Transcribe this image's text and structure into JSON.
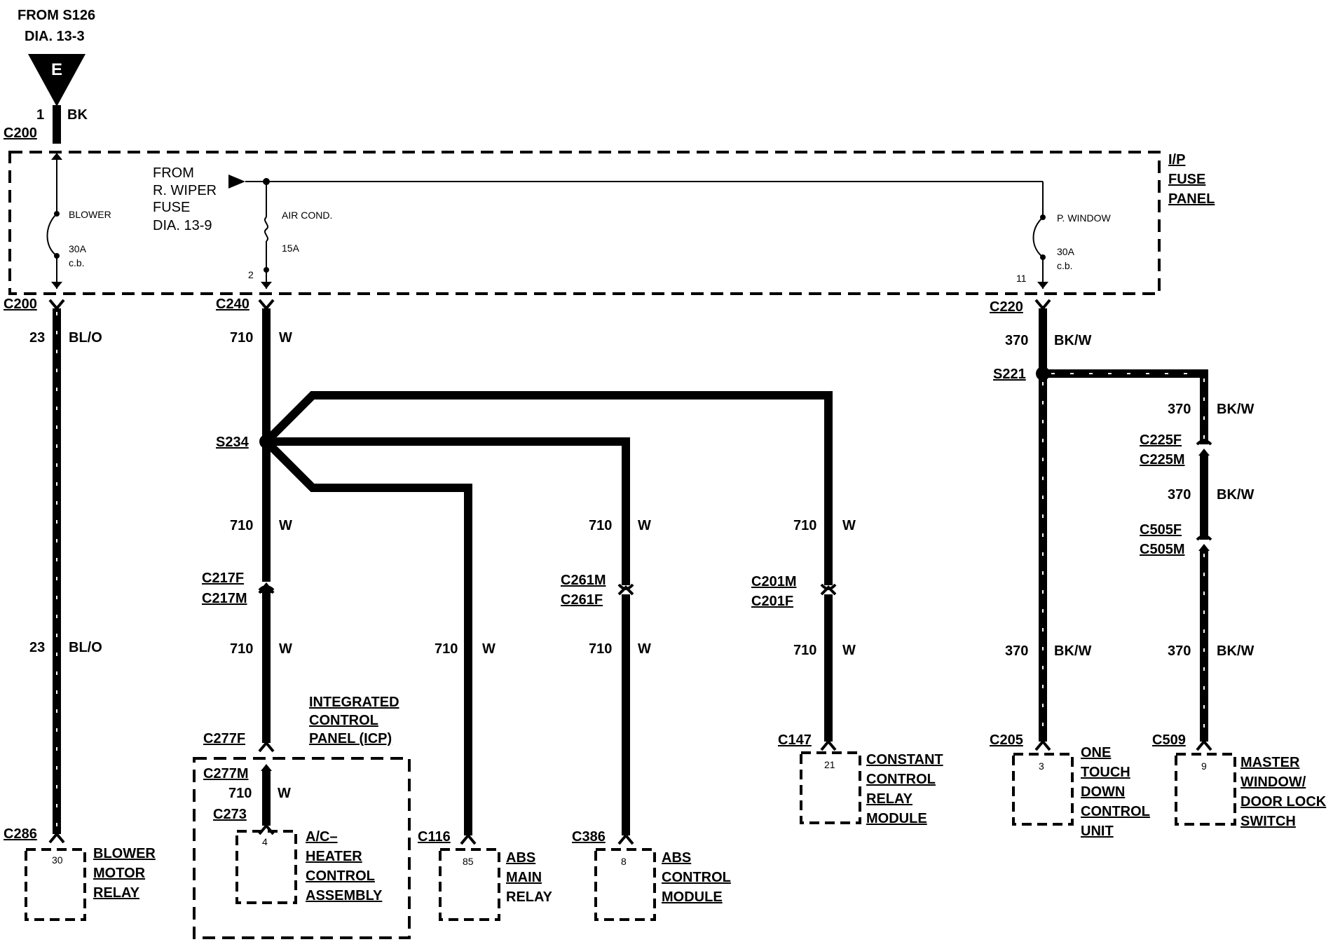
{
  "source": {
    "from": "FROM S126",
    "dia": "DIA. 13-3",
    "letter": "E",
    "pin": "1",
    "color": "BK",
    "connector": "C200"
  },
  "fuse_panel": {
    "label": [
      "I/P",
      "FUSE",
      "PANEL"
    ],
    "blower": {
      "name": "BLOWER",
      "rating": "30A",
      "type": "c.b."
    },
    "air_cond": {
      "name": "AIR COND.",
      "rating": "15A",
      "pin": "2"
    },
    "p_window": {
      "name": "P. WINDOW",
      "rating": "30A",
      "type": "c.b.",
      "pin": "11"
    },
    "from_wiper": [
      "FROM",
      "R. WIPER",
      "FUSE",
      "DIA. 13-9"
    ]
  },
  "left": {
    "top_connector": "C200",
    "circuit": "23",
    "color": "BL/O",
    "end_connector": "C286",
    "end_pin": "30",
    "end_label": [
      "BLOWER",
      "MOTOR",
      "RELAY"
    ]
  },
  "w710": {
    "top_connector": "C240",
    "circuit": "710",
    "color": "W",
    "splice": "S234",
    "icp": {
      "conn_f": "C217F",
      "conn_m": "C217M",
      "c277f": "C277F",
      "c277m": "C277M",
      "c273": "C273",
      "pin": "4",
      "icp_label": [
        "INTEGRATED",
        "CONTROL",
        "PANEL (ICP)"
      ],
      "ac_label": [
        "A/C–",
        "HEATER",
        "CONTROL",
        "ASSEMBLY"
      ]
    },
    "abs_main": {
      "connector": "C116",
      "pin": "85",
      "label": [
        "ABS",
        "MAIN",
        "RELAY"
      ]
    },
    "abs_ctrl": {
      "conn_m": "C261M",
      "conn_f": "C261F",
      "connector": "C386",
      "pin": "8",
      "label": [
        "ABS",
        "CONTROL",
        "MODULE"
      ]
    },
    "ccrm": {
      "conn_m": "C201M",
      "conn_f": "C201F",
      "connector": "C147",
      "pin": "21",
      "label": [
        "CONSTANT",
        "CONTROL",
        "RELAY",
        "MODULE"
      ]
    }
  },
  "right": {
    "top_connector": "C220",
    "circuit": "370",
    "color": "BK/W",
    "splice": "S221",
    "one_touch": {
      "connector": "C205",
      "pin": "3",
      "label": [
        "ONE",
        "TOUCH",
        "DOWN",
        "CONTROL",
        "UNIT"
      ]
    },
    "master": {
      "c225f": "C225F",
      "c225m": "C225M",
      "c505f": "C505F",
      "c505m": "C505M",
      "connector": "C509",
      "pin": "9",
      "label": [
        "MASTER",
        "WINDOW/",
        "DOOR LOCK",
        "SWITCH"
      ]
    }
  },
  "colors": {
    "ink": "#000000",
    "panel_fill": "#d9d9d9",
    "background": "#ffffff"
  }
}
